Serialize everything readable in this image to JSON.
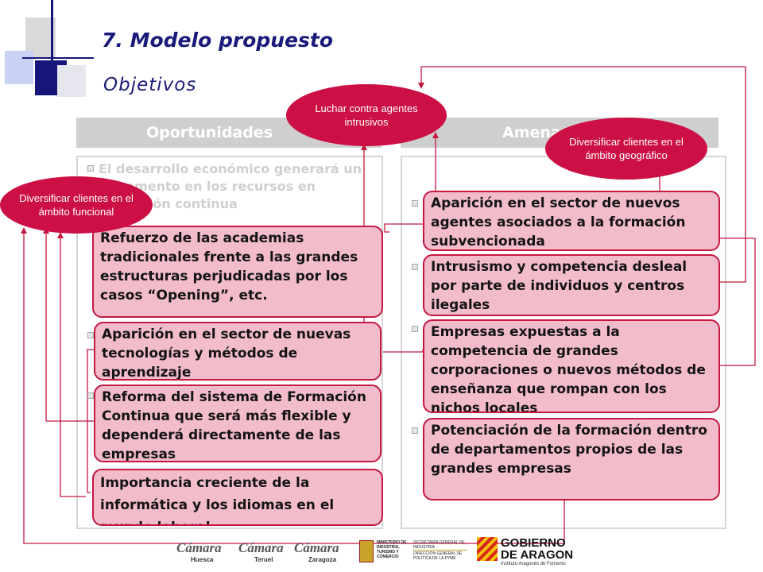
{
  "header": {
    "title": "7. Modelo propuesto",
    "subtitle": "Objetivos"
  },
  "columns": {
    "opportunities_label": "Oportunidades",
    "threats_label": "Amenazas"
  },
  "background_text": "El desarrollo económico generará un incremento en los recursos en formación continua",
  "opportunities": [
    "Refuerzo de las academias tradicionales frente a las grandes estructuras perjudicadas por los casos “Opening”, etc.",
    "Aparición en el sector de nuevas tecnologías y métodos de aprendizaje",
    "Reforma del sistema de Formación Continua que será más flexible y dependerá directamente de las empresas",
    "Importancia creciente de la informática y los idiomas en el mundo laboral"
  ],
  "threats": [
    "Aparición en el sector de nuevos agentes asociados a la formación subvencionada",
    "Intrusismo y competencia desleal por parte de individuos y centros ilegales",
    "Empresas expuestas a la competencia de grandes corporaciones o nuevos métodos de enseñanza que rompan con los nichos locales",
    "Potenciación de la formación dentro de departamentos propios de las grandes empresas"
  ],
  "objectives": {
    "intrusion": "Luchar contra agentes intrusivos",
    "geographic": "Diversificar clientes en el ámbito geográfico",
    "functional": "Diversificar clientes en el ámbito funcional"
  },
  "logos": {
    "camara1": "Cámara",
    "camara1_sub": "Huesca",
    "camara2": "Cámara",
    "camara2_sub": "Teruel",
    "camara3": "Cámara",
    "camara3_sub": "Zaragoza",
    "ministry": "MINISTERIO DE INDUSTRIA, TURISMO Y COMERCIO",
    "secretaria": "SECRETARÍA GENERAL DE INDUSTRIA",
    "direccion": "DIRECCIÓN GENERAL DE POLÍTICA DE LA PYME",
    "gobierno_line1": "GOBIERNO",
    "gobierno_line2": "DE ARAGON",
    "gobierno_sub": "Instituto Aragonés de Fomento"
  },
  "colors": {
    "accent": "#cc0f45",
    "box_fill": "#f2bccb",
    "box_border": "#c4183f",
    "title": "#1a1a7a"
  }
}
